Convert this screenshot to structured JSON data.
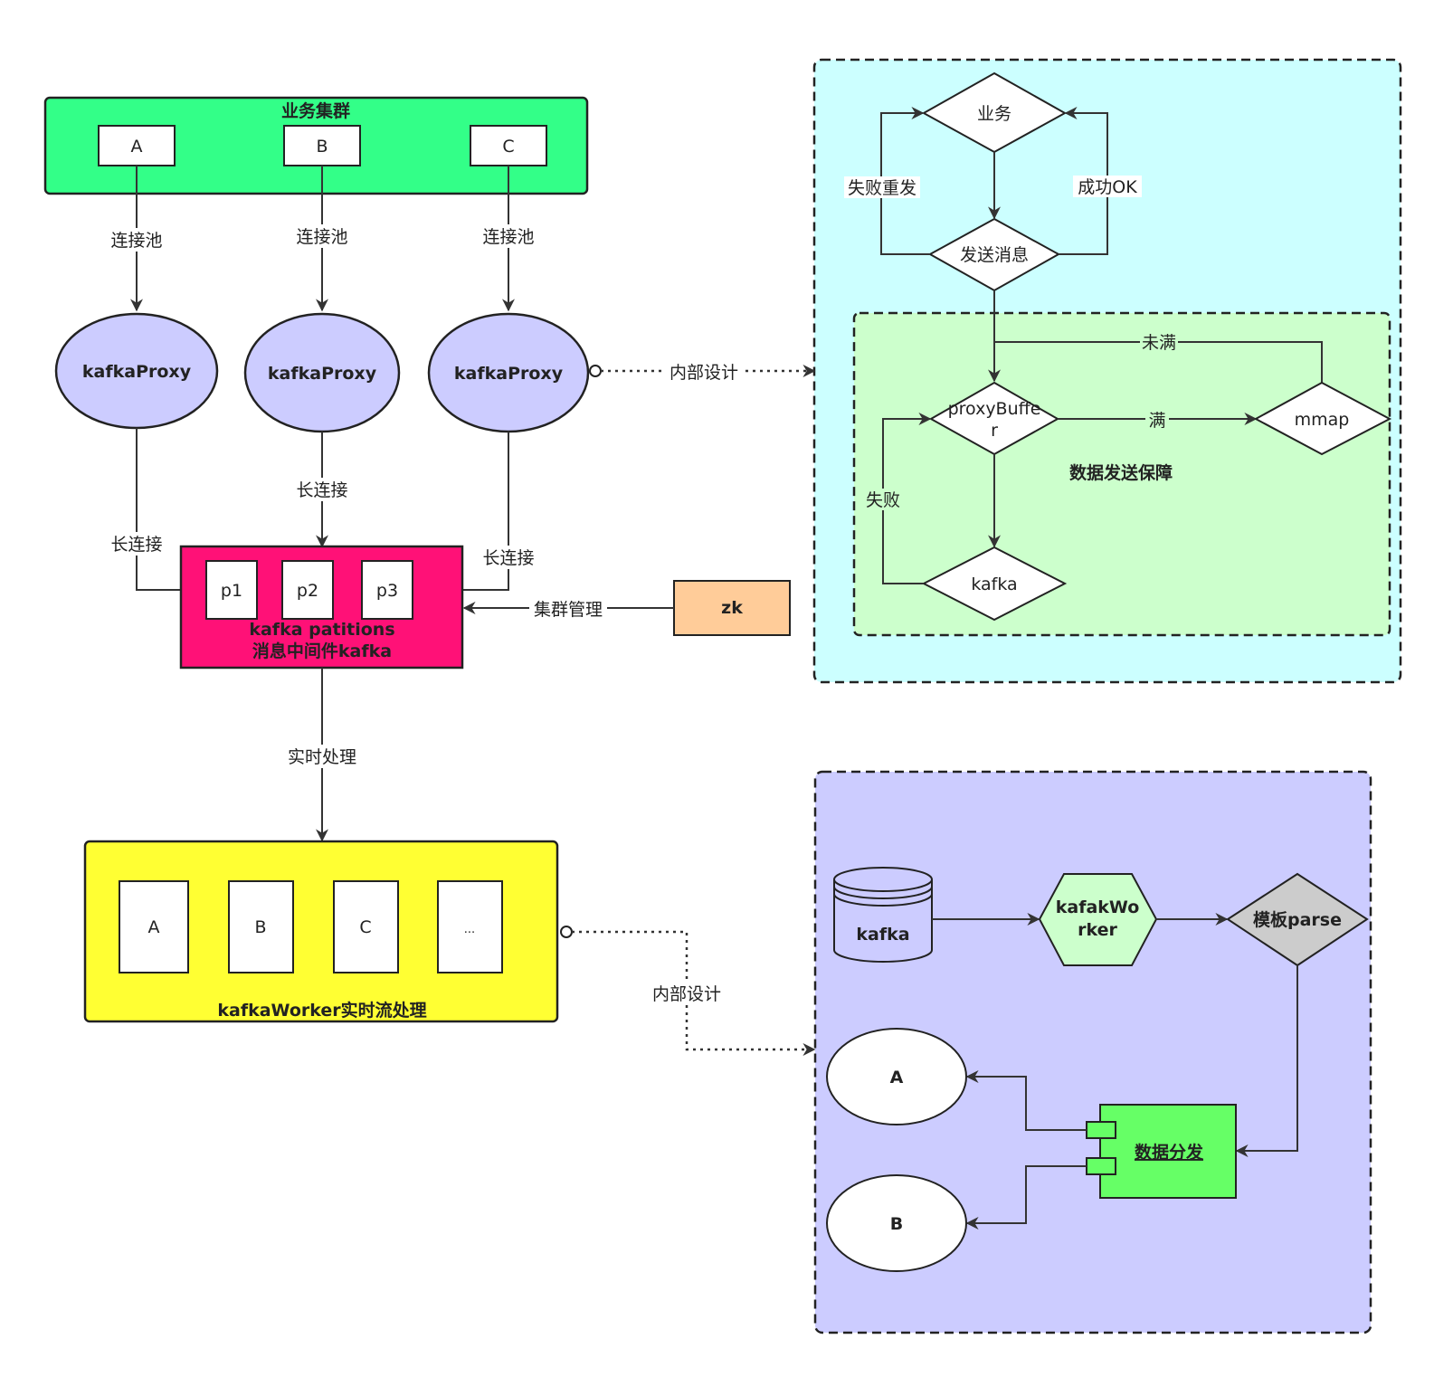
{
  "business_cluster": {
    "title": "业务集群",
    "nodes": [
      "A",
      "B",
      "C"
    ],
    "color": "#33ff88"
  },
  "edges": {
    "pool": "连接池",
    "long_conn": "长连接",
    "internal_design": "内部设计",
    "cluster_mgmt": "集群管理",
    "realtime": "实时处理"
  },
  "proxies": [
    "kafkaProxy",
    "kafkaProxy",
    "kafkaProxy"
  ],
  "kafka": {
    "partitions": [
      "p1",
      "p2",
      "p3"
    ],
    "title_line1": "kafka patitions",
    "title_line2": "消息中间件kafka",
    "color": "#ff1177"
  },
  "zk": {
    "label": "zk",
    "color": "#ffcc99"
  },
  "worker": {
    "items": [
      "A",
      "B",
      "C",
      "..."
    ],
    "title": "kafkaWorker实时流处理",
    "color": "#ffff33"
  },
  "design_top": {
    "business": "业务",
    "send": "发送消息",
    "fail_resend": "失败重发",
    "success": "成功OK",
    "not_full": "未满",
    "proxy_buffer_1": "proxyBuffe",
    "proxy_buffer_2": "r",
    "full": "满",
    "mmap": "mmap",
    "guarantee": "数据发送保障",
    "fail": "失败",
    "kafka": "kafka",
    "outer_color": "#ccffff",
    "inner_color": "#ccffcc"
  },
  "design_bottom": {
    "kafka": "kafka",
    "worker_1": "kafakWo",
    "worker_2": "rker",
    "template": "模板parse",
    "dispatch": "数据分发",
    "out_a": "A",
    "out_b": "B",
    "bg_color": "#ccccff",
    "worker_color": "#ccffcc",
    "dispatch_color": "#66ff66",
    "template_color": "#cccccc"
  }
}
